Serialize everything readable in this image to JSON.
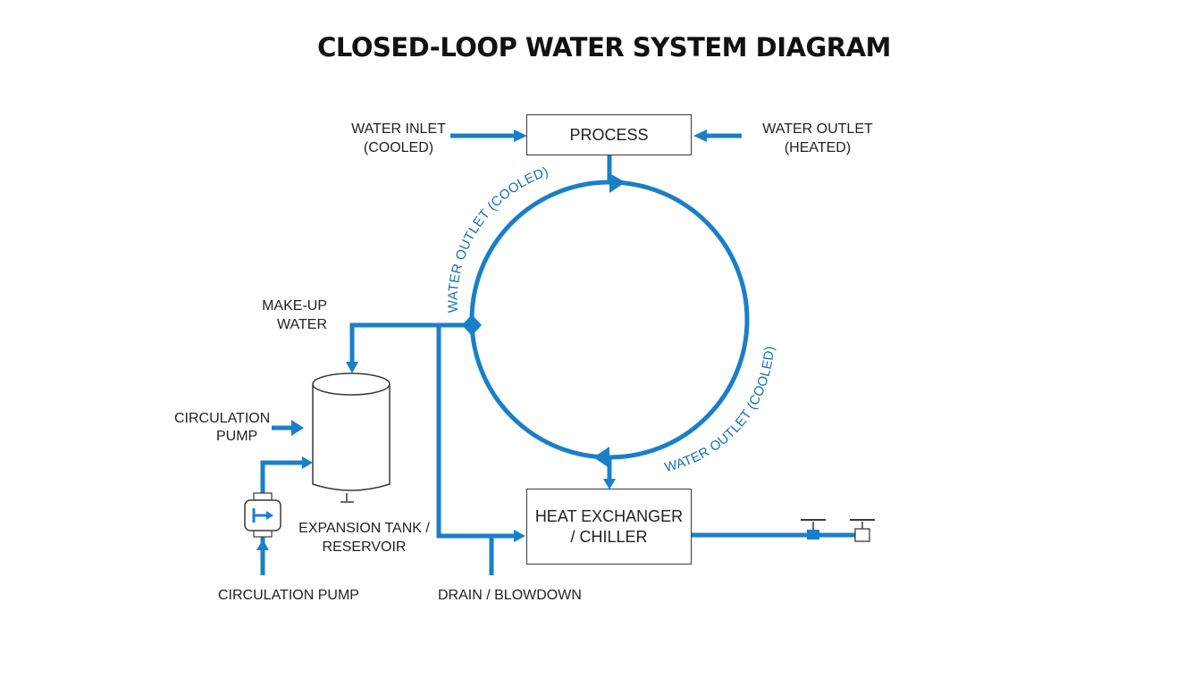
{
  "title": "CLOSED-LOOP WATER SYSTEM DIAGRAM",
  "colors": {
    "pipe": "#1a7fc9",
    "outline": "#3a3a3a",
    "text": "#222222"
  },
  "blocks": {
    "process": "PROCESS",
    "heat_exchanger": {
      "line1": "HEAT EXCHANGER",
      "line2": "/ CHILLER"
    }
  },
  "labels": {
    "water_inlet": {
      "line1": "WATER INLET",
      "line2": "(COOLED)"
    },
    "water_outlet_heated": {
      "line1": "WATER OUTLET",
      "line2": "(HEATED)"
    },
    "make_up_water": {
      "line1": "MAKE-UP",
      "line2": "WATER"
    },
    "circulation_pump_upper": {
      "line1": "CIRCULATION",
      "line2": "PUMP"
    },
    "expansion_tank": {
      "line1": "EXPANSION TANK /",
      "line2": "RESERVOIR"
    },
    "circulation_pump_lower": "CIRCULATION PUMP",
    "drain_blowdown": "DRAIN / BLOWDOWN",
    "loop_arc_left": "WATER OUTLET (COOLED)",
    "loop_arc_right": "WATER OUTLET (COOLED)"
  },
  "icons": [
    "arrow-right-icon",
    "arrow-left-icon",
    "pump-icon",
    "tank-icon",
    "valve-icon"
  ]
}
